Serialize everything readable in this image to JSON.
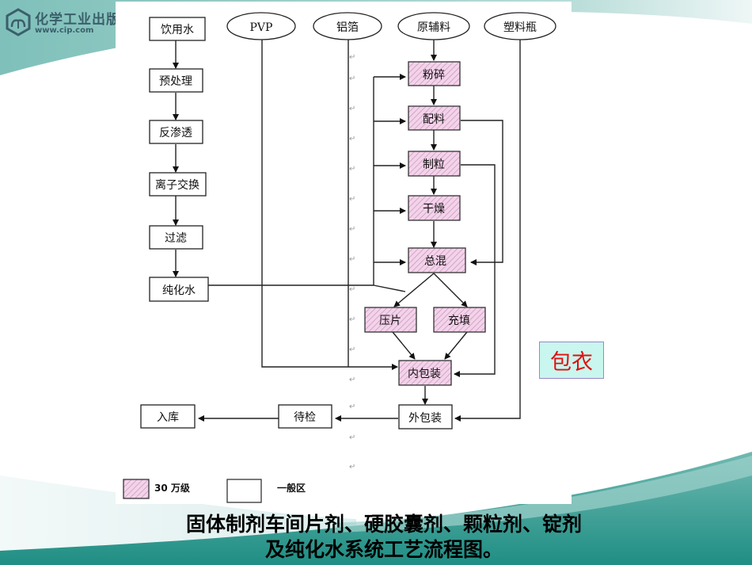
{
  "brand": {
    "publisher_name": "化学工业出版",
    "url": "www.cip.com"
  },
  "colors": {
    "teal_dark": "#2f958c",
    "teal_light": "#8cc8c2",
    "clean_zone_fill": "#f3d3ea",
    "clean_zone_hatch": "#c892b8",
    "coating_bg": "#c9f6ee",
    "coating_text": "#e01010"
  },
  "diagram": {
    "sources": [
      {
        "id": "pvp",
        "label": "PVP"
      },
      {
        "id": "foil",
        "label": "铝箔"
      },
      {
        "id": "raw",
        "label": "原辅料"
      },
      {
        "id": "bottle",
        "label": "塑料瓶"
      }
    ],
    "water_chain": [
      {
        "id": "drink",
        "label": "饮用水"
      },
      {
        "id": "pre",
        "label": "预处理"
      },
      {
        "id": "ro",
        "label": "反渗透"
      },
      {
        "id": "ion",
        "label": "离子交换"
      },
      {
        "id": "filter",
        "label": "过滤"
      },
      {
        "id": "pure",
        "label": "纯化水"
      }
    ],
    "clean_steps": [
      {
        "id": "crush",
        "label": "粉碎"
      },
      {
        "id": "mix",
        "label": "配料"
      },
      {
        "id": "gran",
        "label": "制粒"
      },
      {
        "id": "dry",
        "label": "干燥"
      },
      {
        "id": "blend",
        "label": "总混"
      },
      {
        "id": "press",
        "label": "压片"
      },
      {
        "id": "fill",
        "label": "充填"
      },
      {
        "id": "inner",
        "label": "内包装"
      }
    ],
    "general_steps": [
      {
        "id": "outer",
        "label": "外包装"
      },
      {
        "id": "check",
        "label": "待检"
      },
      {
        "id": "store",
        "label": "入库"
      }
    ],
    "paragraph_mark": "↵"
  },
  "legend": {
    "clean_label": "30 万级",
    "general_label": "一般区"
  },
  "coating_label": "包衣",
  "caption": {
    "line1": "固体制剂车间片剂、硬胶囊剂、颗粒剂、锭剂",
    "line2": "及纯化水系统工艺流程图。"
  }
}
